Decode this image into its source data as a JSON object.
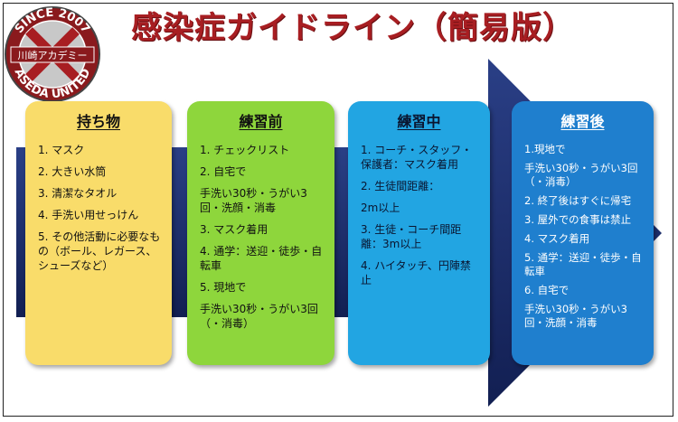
{
  "title": "感染症ガイドライン（簡易版）",
  "logo": {
    "top_text": "SINCE 2007",
    "middle_text": "川崎アカデミー",
    "bottom_text": "ASEDA UNITED"
  },
  "cards": [
    {
      "heading": "持ち物",
      "items": [
        "1. マスク",
        "2. 大きい水筒",
        "3. 清潔なタオル",
        "4.  手洗い用せっけん",
        "5.  その他活動に必要なもの（ボール、レガース、シューズなど）"
      ]
    },
    {
      "heading": "練習前",
      "items": [
        "1. チェックリスト",
        "2. 自宅で",
        "手洗い30秒・うがい3回・洗顔・消毒",
        "3. マスク着用",
        "4. 通学：送迎・徒歩・自転車",
        "5. 現地で",
        "手洗い30秒・うがい3回（・消毒）"
      ]
    },
    {
      "heading": "練習中",
      "items": [
        "1.  コーチ・スタッフ・保護者：マスク着用",
        "2. 生徒間距離：",
        "2m以上",
        "3.  生徒・コーチ間距離：3m以上",
        "4.  ハイタッチ、円陣禁止"
      ]
    },
    {
      "heading": "練習後",
      "items": [
        "1.現地で",
        "手洗い30秒・うがい3回（・消毒）",
        "2. 終了後はすぐに帰宅",
        "3. 屋外での食事は禁止",
        "4. マスク着用",
        "5. 通学：送迎・徒歩・自転車",
        "6. 自宅で",
        "手洗い30秒・うがい3回・洗顔・消毒"
      ]
    }
  ],
  "colors": {
    "title": "#a81e22",
    "band": "#1a2b68",
    "card1": "#f9dc6a",
    "card2": "#8ed63c",
    "card3": "#22a5e2",
    "card4": "#1f7fce"
  }
}
